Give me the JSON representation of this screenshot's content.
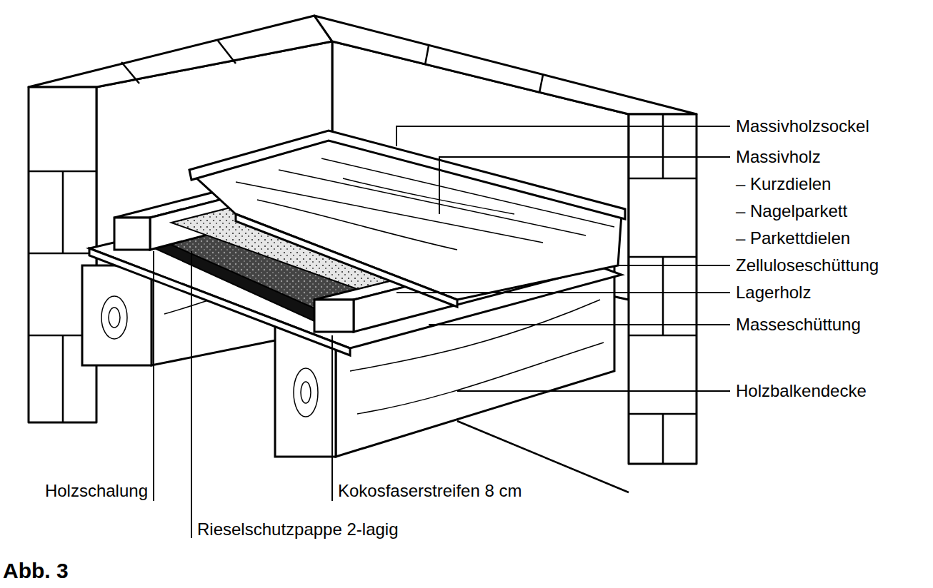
{
  "diagram": {
    "caption": "Abb. 3",
    "labels": [
      "Massivholzsockel",
      "Massivholz",
      "– Kurzdielen",
      "– Nagelparkett",
      "– Parkettdielen",
      "Zelluloseschüttung",
      "Lagerholz",
      "Masseschüttung",
      "Holzbalkendecke",
      "Holzschalung",
      "Kokosfaserstreifen 8 cm",
      "Rieselschutzpappe 2-lagig"
    ]
  }
}
